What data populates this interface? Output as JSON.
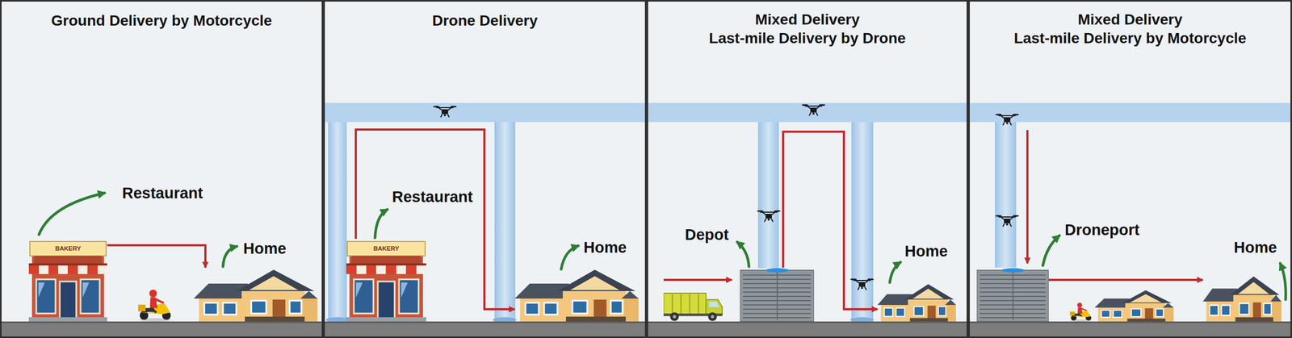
{
  "diagram": {
    "nodes": [
      {
        "text": [
          "Ground Delivery by Motorcycle"
        ]
      },
      {
        "text": [
          "Restaurant",
          "BAKERY"
        ],
        "in": 0
      },
      {
        "text": [
          "Home"
        ],
        "in": 0
      },
      {
        "text": [
          "Drone Delivery"
        ]
      },
      {
        "text": [
          "Restaurant",
          "BAKERY"
        ],
        "in": 3
      },
      {
        "text": [
          "Home"
        ],
        "in": 3
      },
      {
        "text": [
          "Mixed Delivery",
          "Last-mile Delivery by Drone"
        ]
      },
      {
        "text": [
          "Depot"
        ],
        "in": 6
      },
      {
        "text": [
          "Home"
        ],
        "in": 6
      },
      {
        "text": [
          "Mixed Delivery",
          "Last-mile Delivery by Motorcycle"
        ]
      },
      {
        "text": [
          "Droneport"
        ],
        "in": 9
      },
      {
        "text": [
          "Home"
        ],
        "in": 9
      }
    ],
    "edges": [
      {
        "from": 1,
        "to": 2,
        "arrow": "to"
      },
      {
        "from": 4,
        "to": 5,
        "arrow": "to"
      },
      {
        "from": 7,
        "to": 8,
        "arrow": "to"
      },
      {
        "from": 10,
        "to": 11,
        "arrow": "to"
      }
    ]
  }
}
